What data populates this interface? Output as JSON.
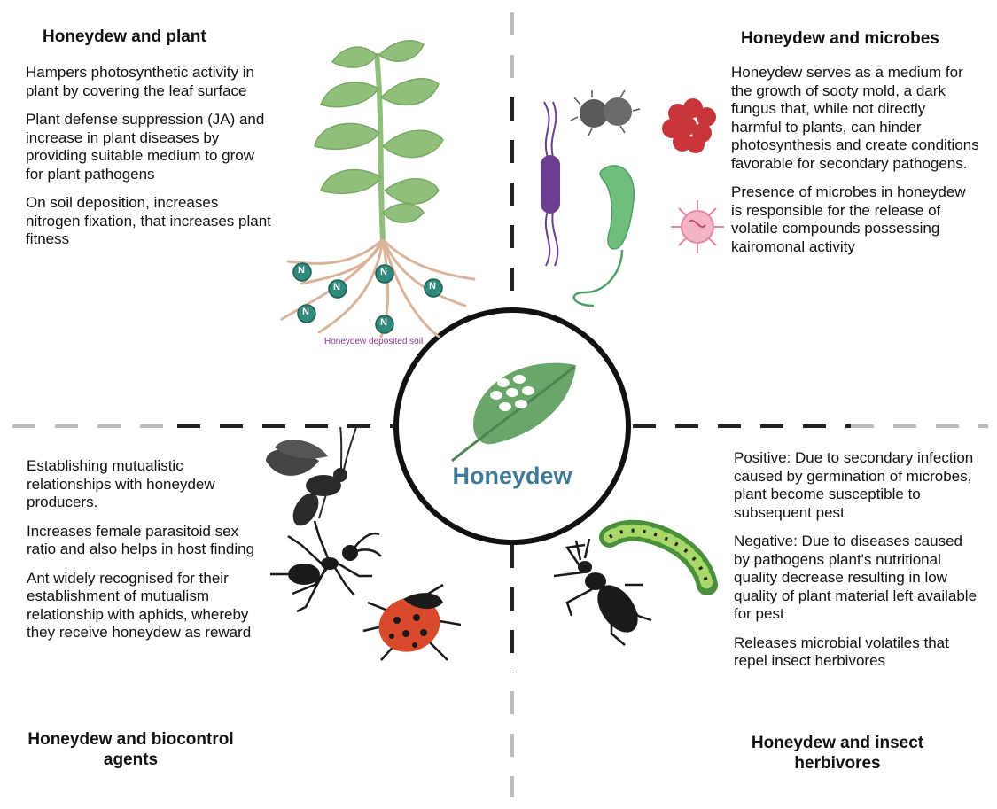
{
  "center": {
    "label": "Honeydew"
  },
  "plant": {
    "title": "Honeydew and plant",
    "points": [
      "Hampers photosynthetic activity in plant by covering the leaf surface",
      "Plant defense suppression (JA) and increase in plant diseases by providing suitable medium to grow for plant pathogens",
      "On soil deposition, increases nitrogen fixation, that increases plant fitness"
    ],
    "soil_label": "Honeydew deposited soil",
    "nodule_symbol": "N"
  },
  "microbes": {
    "title": "Honeydew and microbes",
    "points": [
      "Honeydew serves as a medium for the growth of sooty mold, a dark fungus that, while not directly harmful to plants, can hinder photosynthesis and create conditions favorable for secondary pathogens.",
      "Presence of microbes in honeydew is responsible for the release of volatile compounds possessing kairomonal activity"
    ]
  },
  "biocontrol": {
    "title": "Honeydew and biocontrol agents",
    "points": [
      "Establishing mutualistic relationships with honeydew producers.",
      "Increases female parasitoid sex ratio and also helps in host finding",
      "Ant widely recognised for their establishment of mutualism relationship with aphids, whereby they receive honeydew as reward"
    ]
  },
  "herbivores": {
    "title": "Honeydew and insect herbivores",
    "points": [
      "Positive: Due to secondary infection caused by germination of microbes, plant become susceptible to subsequent pest",
      "Negative: Due to diseases caused by pathogens plant's nutritional quality decrease resulting in low quality of plant material left available for pest",
      "Releases microbial volatiles that repel insect herbivores"
    ]
  },
  "colors": {
    "leaf": "#8fbf7a",
    "center_leaf": "#6aa66a",
    "nodule": "#2f8a7c",
    "root": "#d9b49a",
    "center_text": "#3f7a96",
    "bacillus": "#6b3f8f",
    "vibrio": "#6fbf7a",
    "cluster": "#c8363a",
    "virus": "#e58aa0",
    "ladybird": "#d94a2c"
  },
  "icons": [
    "plant-icon",
    "nitrogen-nodule-icon",
    "leaf-honeydew-icon",
    "bacillus-icon",
    "diplococcus-icon",
    "staphylococcus-icon",
    "vibrio-icon",
    "virus-icon",
    "wasp-icon",
    "ant-icon",
    "ladybird-icon",
    "caterpillar-icon",
    "beetle-icon"
  ]
}
